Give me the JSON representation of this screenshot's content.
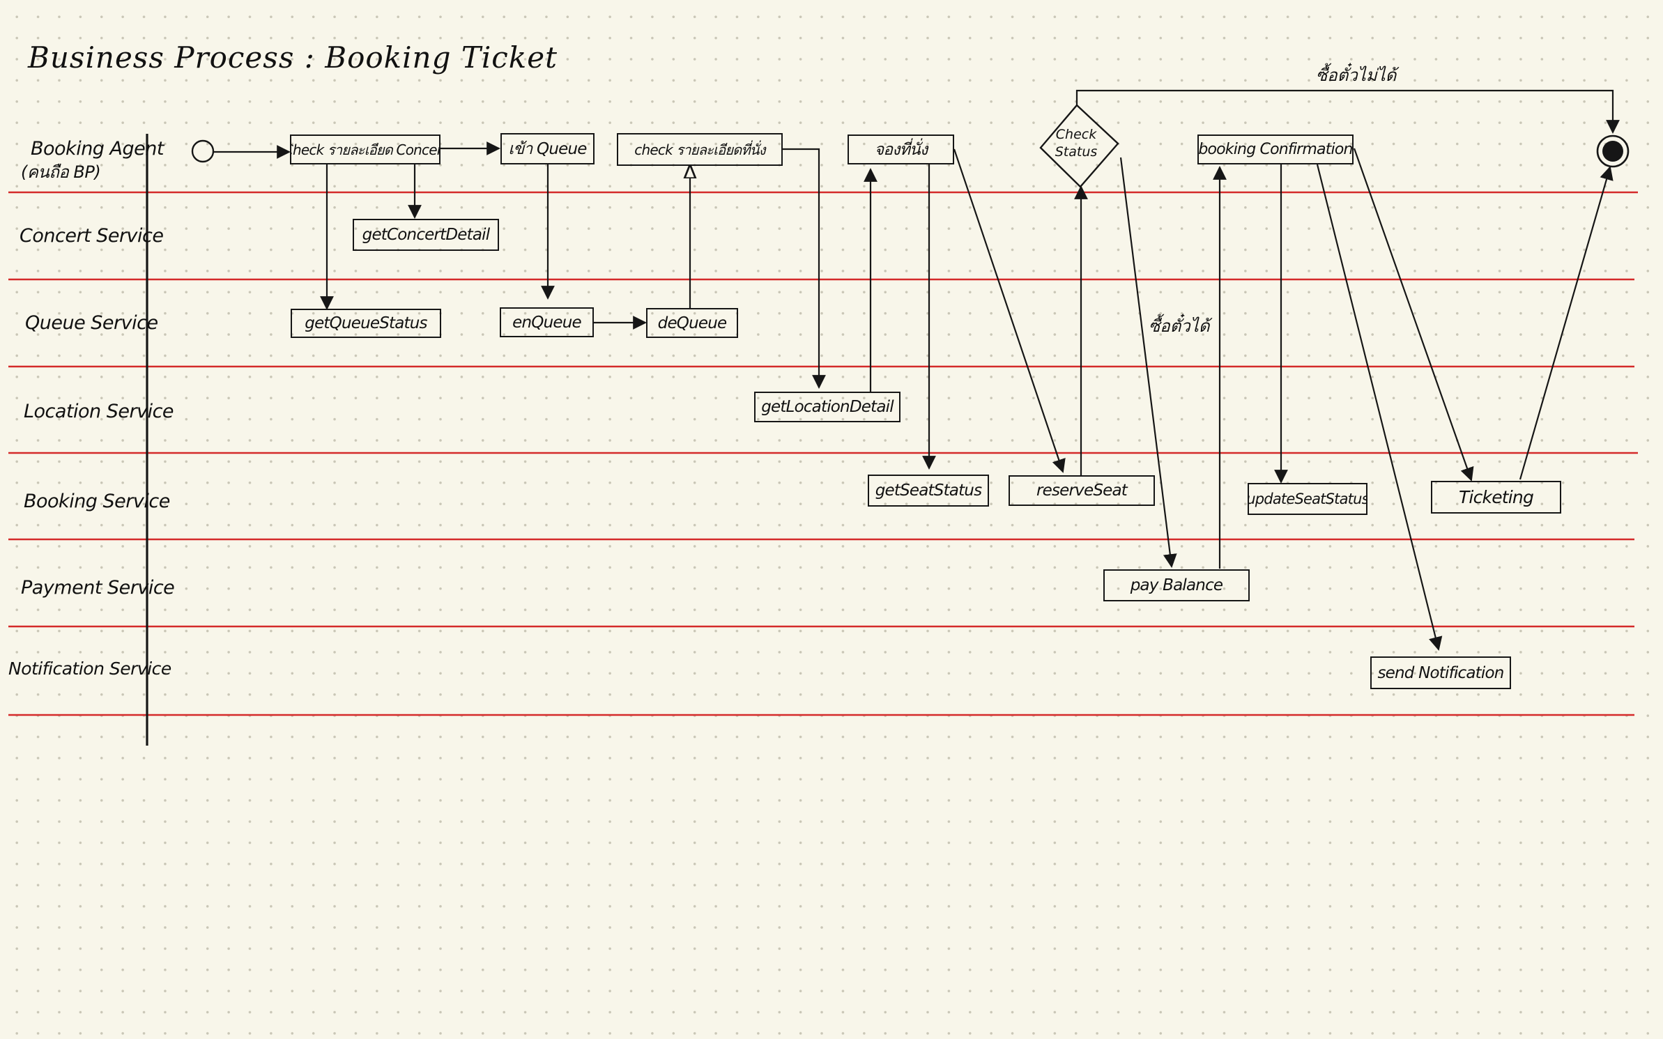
{
  "title": "Business Process : Booking Ticket",
  "lanes": [
    {
      "label": "Booking Agent",
      "sub": "(คนถือ BP)"
    },
    {
      "label": "Concert Service"
    },
    {
      "label": "Queue Service"
    },
    {
      "label": "Location Service"
    },
    {
      "label": "Booking Service"
    },
    {
      "label": "Payment Service"
    },
    {
      "label": "Notification Service"
    }
  ],
  "nodes": {
    "check_concert": "Check รายละเอียด Concert",
    "join_queue": "เข้า Queue",
    "check_seat": "check รายละเอียดที่นั่ง",
    "reserve": "จองที่นั่ง",
    "check_status": "Check Status",
    "booking_confirmation": "booking Confirmation",
    "get_concert_detail": "getConcertDetail",
    "get_queue_status": "getQueueStatus",
    "enqueue": "enQueue",
    "dequeue": "deQueue",
    "get_location_detail": "getLocationDetail",
    "get_seat_status": "getSeatStatus",
    "reserve_seat": "reserveSeat",
    "update_seat_status": "updateSeatStatus",
    "ticketing": "Ticketing",
    "pay_balance": "pay Balance",
    "send_notification": "send Notification"
  },
  "notes": {
    "reserve_fail": "ซื้อตั๋วไม่ได้",
    "reserve_ok": "ซื้อตั๋วได้"
  },
  "colors": {
    "background": "#f8f6ea",
    "lane_line": "#d42a2a",
    "ink": "#161616"
  }
}
